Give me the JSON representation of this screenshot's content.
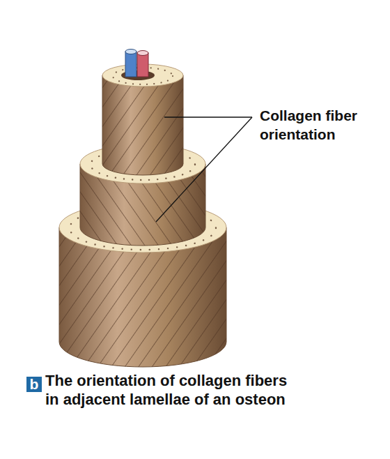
{
  "diagram": {
    "caption": "The orientation of collagen fibers in adjacent lamellae of an osteon",
    "labels": [
      "Collagen fiber orientation",
      "b"
    ]
  }
}
